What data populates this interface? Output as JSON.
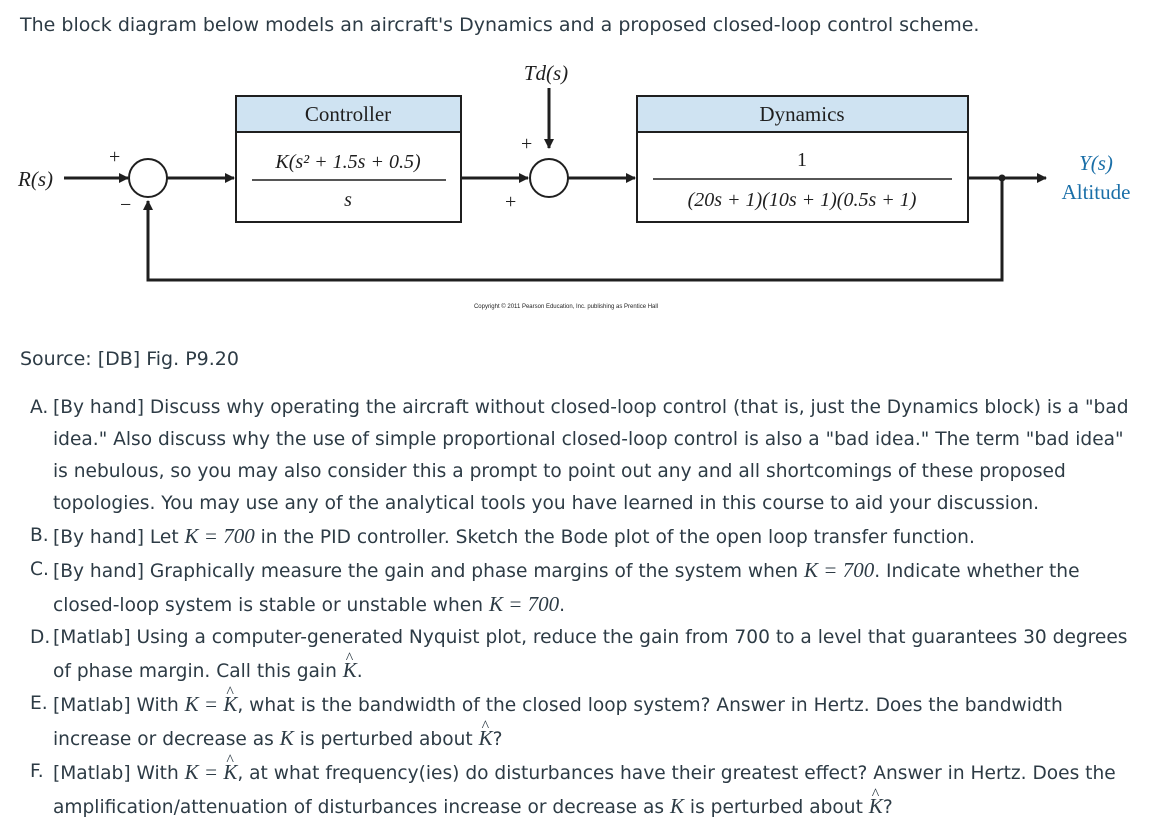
{
  "intro": "The block diagram below models an aircraft's Dynamics and a proposed closed-loop control scheme.",
  "diagram": {
    "disturbance_label": "Td(s)",
    "input_label": "R(s)",
    "output_label": "Y(s)",
    "output_sublabel": "Altitude",
    "controller": {
      "title": "Controller",
      "numerator": "K(s² + 1.5s + 0.5)",
      "denominator": "s"
    },
    "dynamics": {
      "title": "Dynamics",
      "numerator": "1",
      "denominator": "(20s + 1)(10s + 1)(0.5s + 1)"
    },
    "sum1_signs": {
      "input": "+",
      "feedback": "−"
    },
    "sum2_signs": {
      "disturbance": "+",
      "controller": "+"
    },
    "copyright": "Copyright © 2011 Pearson Education, Inc. publishing as Prentice Hall",
    "colors": {
      "block_header": "#cfe3f2",
      "output_text": "#1a6fa8"
    }
  },
  "source": "Source: [DB] Fig. P9.20",
  "questions": {
    "A": {
      "letter": "A.",
      "text": "[By hand] Discuss why operating the aircraft without closed-loop control (that is, just the Dynamics block) is a \"bad idea.\" Also discuss why the use of simple proportional closed-loop control is also a \"bad idea.\"  The term \"bad idea\" is nebulous, so you may also consider this a prompt to point out any and all shortcomings of these proposed topologies.  You may use any of the analytical tools you have learned in this course to aid your discussion."
    },
    "B": {
      "letter": "B.",
      "t1": "[By hand] Let ",
      "k_eq": "K = 700",
      "t2": " in the PID controller.  Sketch the Bode plot of the open loop transfer function."
    },
    "C": {
      "letter": "C.",
      "t1": "[By hand] Graphically measure the gain and phase margins of the system when ",
      "k_eq": "K = 700",
      "t2": ".  Indicate whether the closed-loop system is stable or unstable when ",
      "k_eq2": "K = 700",
      "t3": "."
    },
    "D": {
      "letter": "D.",
      "t1": "[Matlab] Using a computer-generated Nyquist plot, reduce the gain from 700 to a level that guarantees 30 degrees of phase margin.  Call this gain ",
      "khat": "K",
      "t2": "."
    },
    "E": {
      "letter": "E.",
      "t1": "[Matlab] With ",
      "k_eq": "K = ",
      "khat": "K",
      "t2": ", what is the bandwidth of the closed loop system? Answer in Hertz.  Does the bandwidth increase or decrease as ",
      "k": "K",
      "t3": " is perturbed about ",
      "khat2": "K",
      "t4": "?"
    },
    "F": {
      "letter": "F.",
      "t1": "[Matlab] With ",
      "k_eq": "K = ",
      "khat": "K",
      "t2": ", at what frequency(ies) do disturbances have their greatest effect? Answer in Hertz.  Does the amplification/attenuation of disturbances increase or decrease as ",
      "k": "K",
      "t3": " is perturbed about ",
      "khat2": "K",
      "t4": "?"
    }
  }
}
